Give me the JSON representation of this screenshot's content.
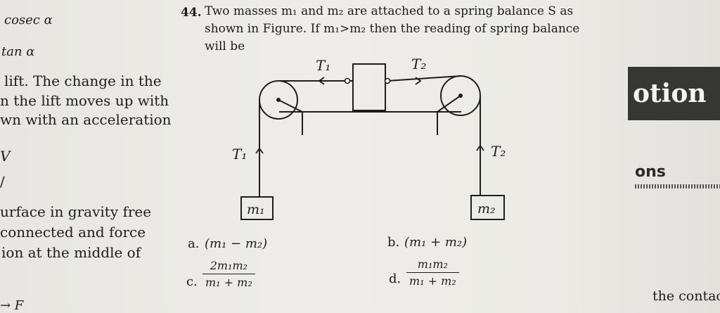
{
  "left_column": {
    "line1": "cosec α",
    "line2": "tan α",
    "line3": "lift. The change in the",
    "line4": "n the lift moves up with",
    "line5": "wn with an acceleration",
    "line6": "V",
    "line7": "/",
    "line8": "urface in gravity free",
    "line9": "connected and force",
    "line10": "ion at the middle of",
    "line11": "→ F"
  },
  "question": {
    "number": "44.",
    "line1": "Two masses m₁ and m₂ are attached to a spring balance S as",
    "line2": "shown in Figure. If m₁>m₂ then the reading of spring balance",
    "line3": "will be"
  },
  "figure": {
    "label_T1_top": "T₁",
    "label_T2_top": "T₂",
    "label_T1_side": "T₁",
    "label_T2_side": "T₂",
    "mass1": "m₁",
    "mass2": "m₂"
  },
  "options": {
    "a_label": "a.",
    "a_text": "(m₁ − m₂)",
    "b_label": "b.",
    "b_text": "(m₁ + m₂)",
    "c_label": "c.",
    "c_num": "2m₁m₂",
    "c_den": "m₁ + m₂",
    "d_label": "d.",
    "d_num": "m₁m₂",
    "d_den": "m₁ + m₂"
  },
  "right_column": {
    "band_text": "otion",
    "ons": "ons",
    "bottom": "the contac"
  }
}
